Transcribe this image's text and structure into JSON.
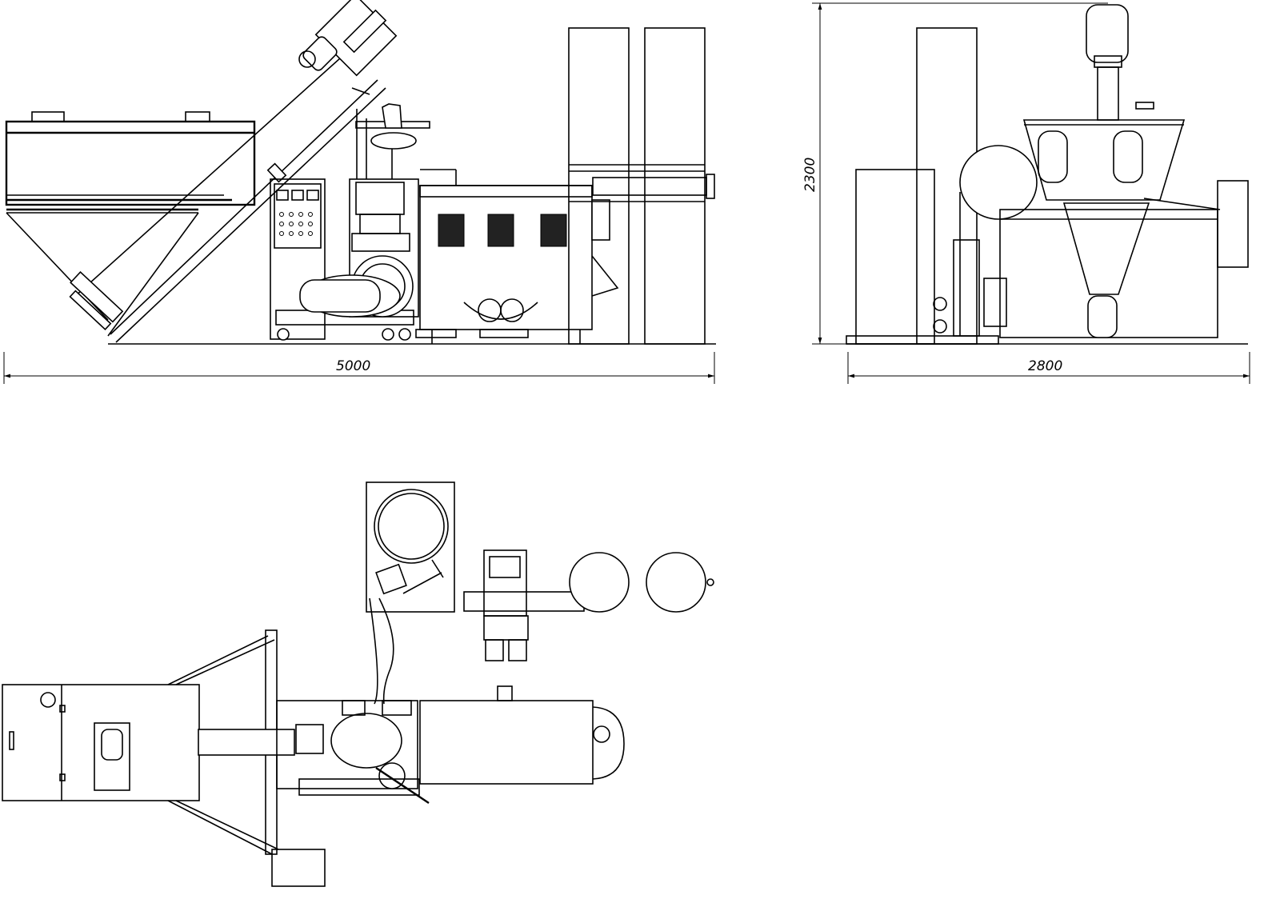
{
  "drawing": {
    "dimensions": {
      "front_width": "5000",
      "side_width": "2800",
      "side_height": "2300"
    },
    "colors": {
      "line": "#000000",
      "background": "#ffffff"
    }
  }
}
